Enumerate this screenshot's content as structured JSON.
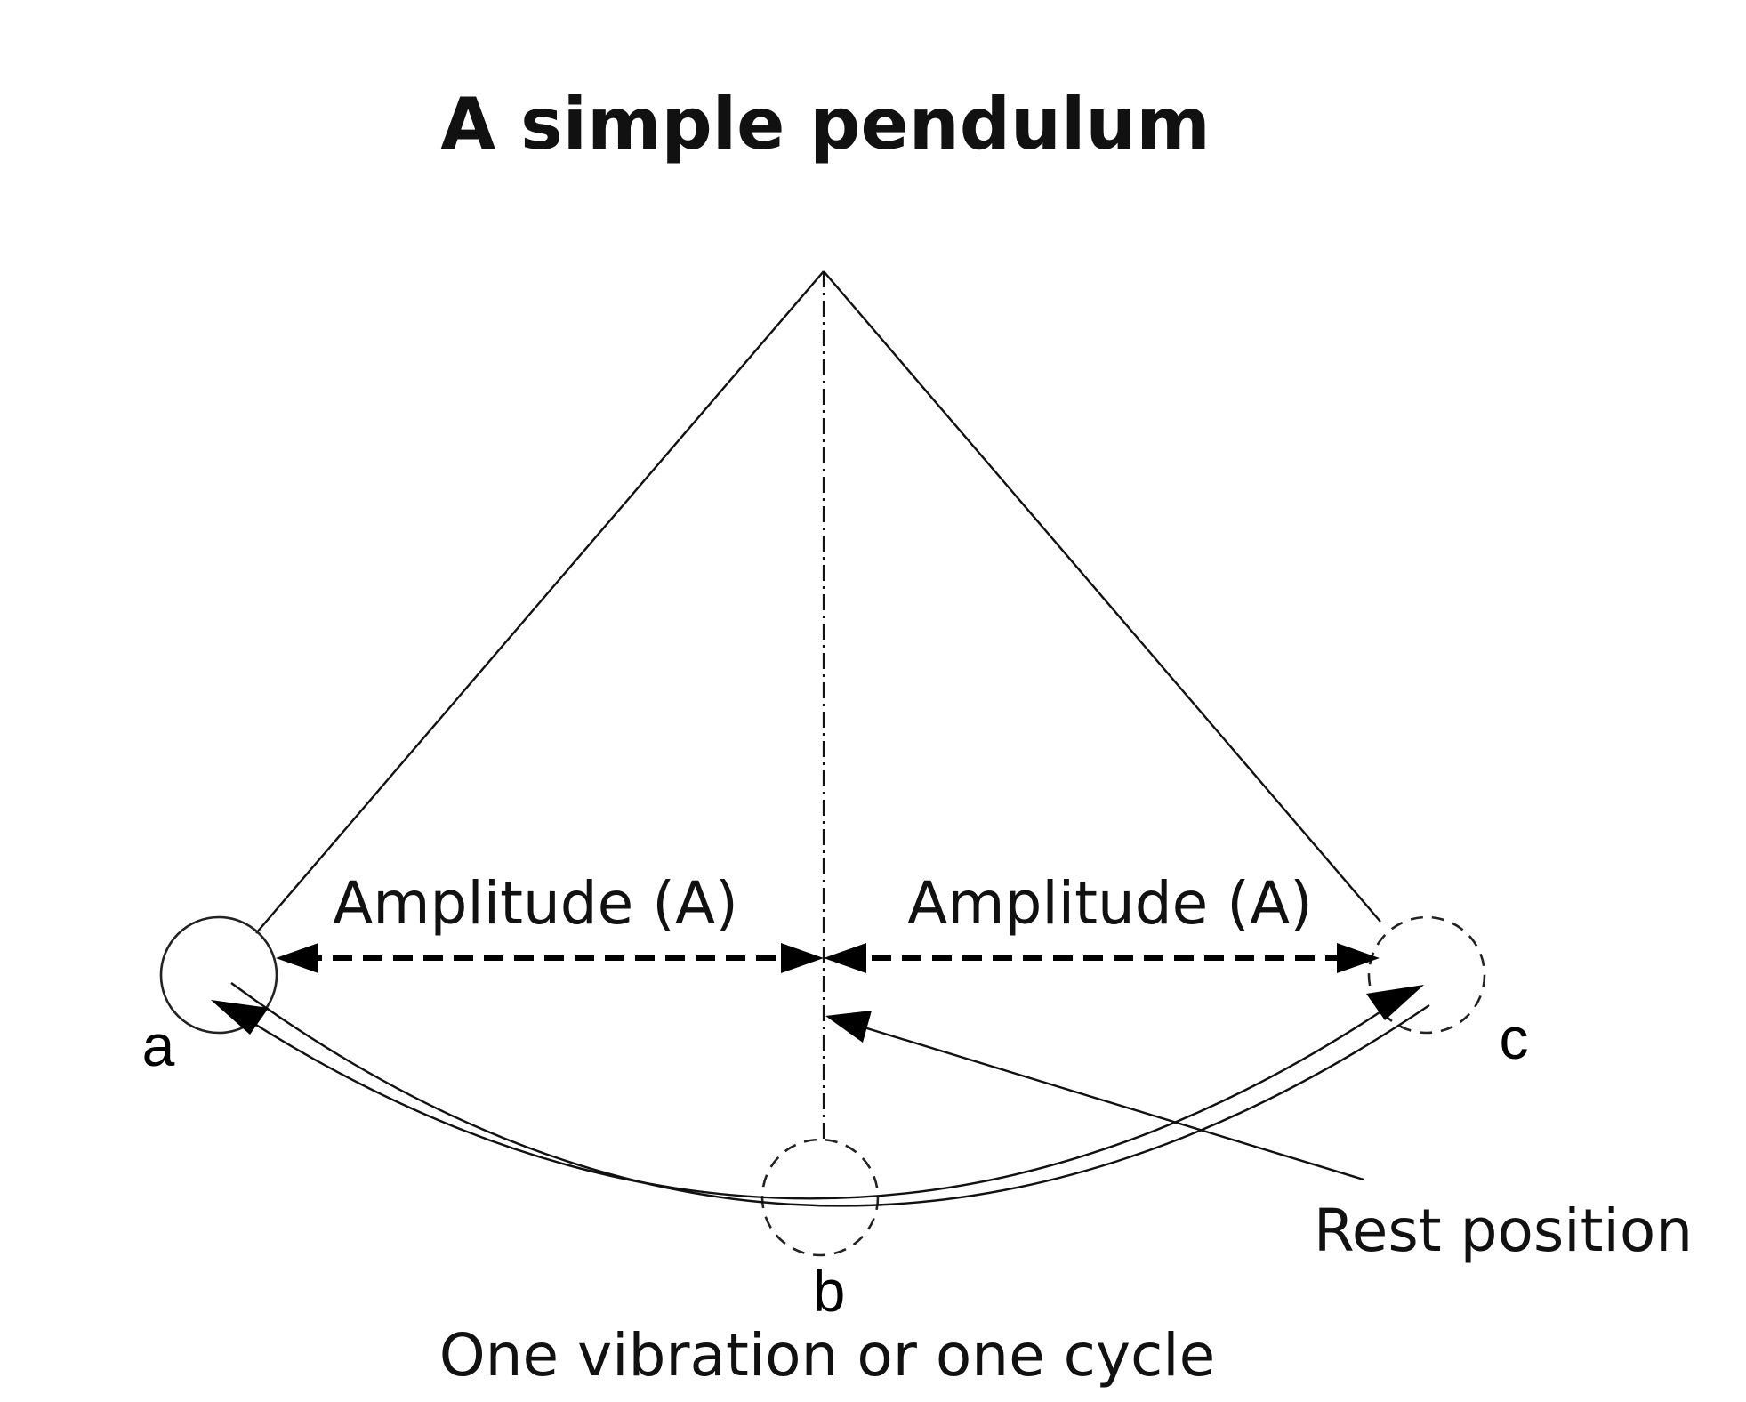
{
  "title": "A simple pendulum",
  "amplitude_left_label": "Amplitude (A)",
  "amplitude_right_label": "Amplitude (A)",
  "position_labels": {
    "a": "a",
    "b": "b",
    "c": "c"
  },
  "rest_position_label": "Rest position",
  "cycle_caption": "One vibration or one cycle"
}
